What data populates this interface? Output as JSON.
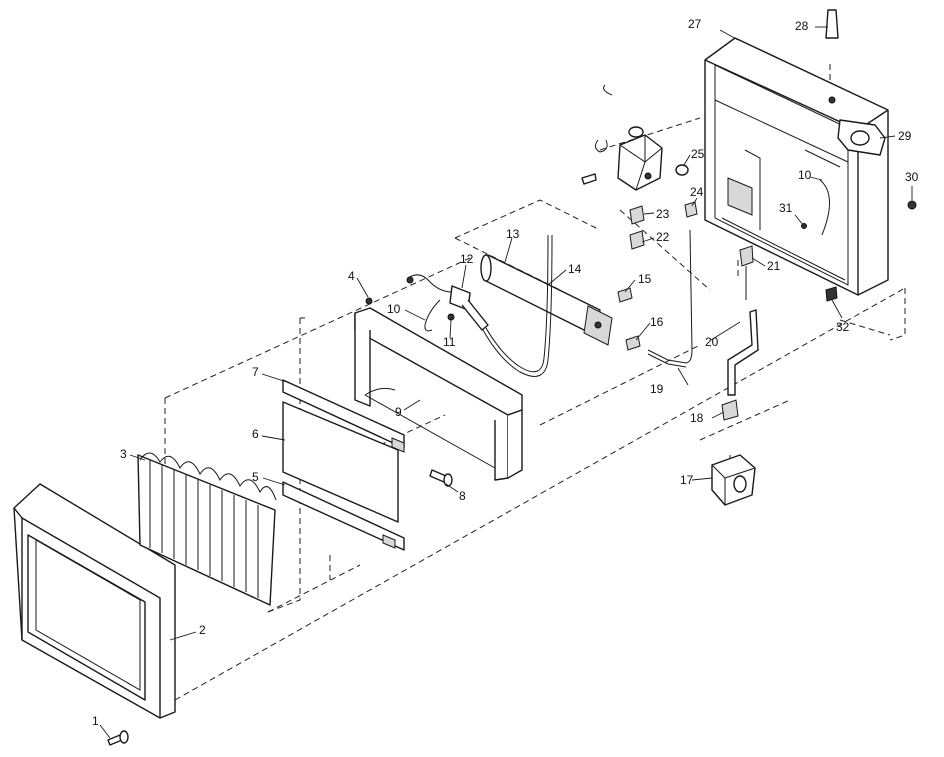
{
  "labels": {
    "l1": "1",
    "l2": "2",
    "l3": "3",
    "l4": "4",
    "l5": "5",
    "l6": "6",
    "l7": "7",
    "l8": "8",
    "l9": "9",
    "l10a": "10",
    "l10b": "10",
    "l11": "11",
    "l12": "12",
    "l13": "13",
    "l14": "14",
    "l15": "15",
    "l16": "16",
    "l17": "17",
    "l18": "18",
    "l19": "19",
    "l20": "20",
    "l21": "21",
    "l22": "22",
    "l23": "23",
    "l24": "24",
    "l25": "25",
    "l27": "27",
    "l28": "28",
    "l29": "29",
    "l30": "30",
    "l31": "31",
    "l32": "32"
  }
}
